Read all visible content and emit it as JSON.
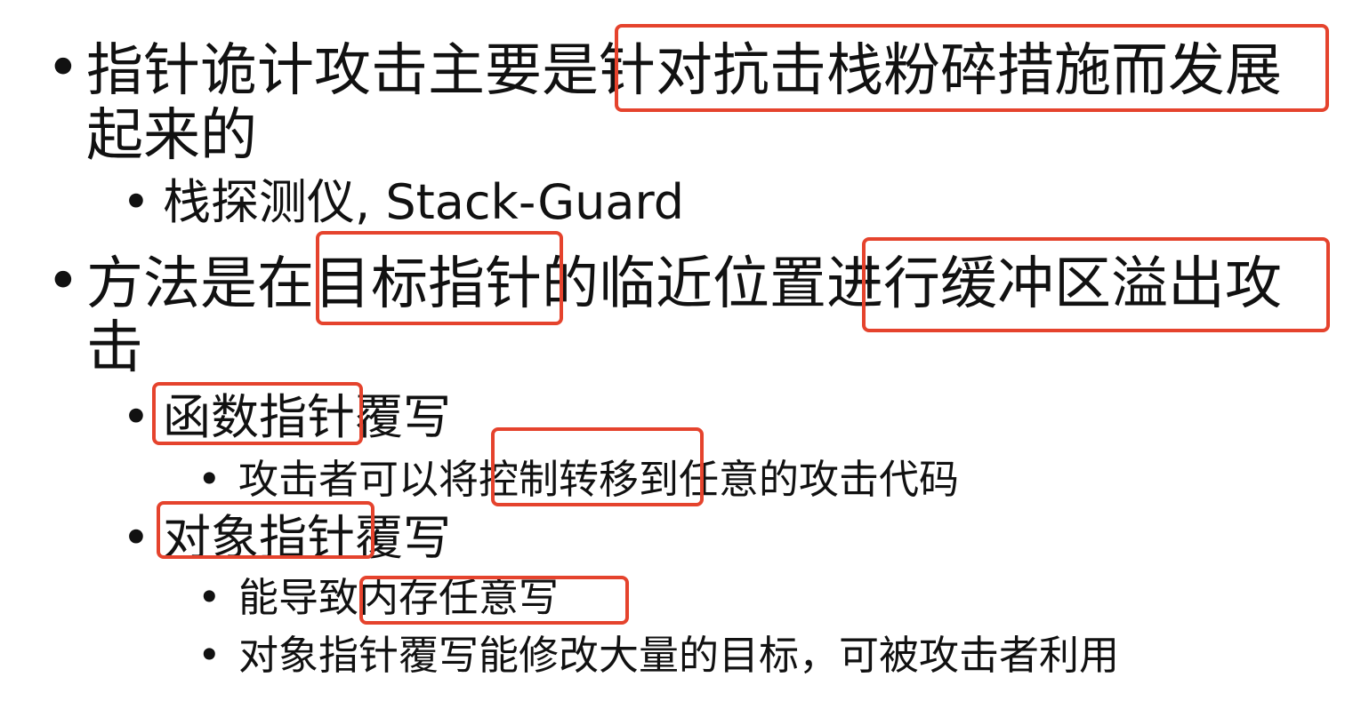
{
  "bullet_symbol": "•",
  "items": [
    {
      "level": 1,
      "text": "指针诡计攻击主要是针对抗击栈粉碎措施而发展",
      "cont": "起来的"
    },
    {
      "level": 2,
      "text": "栈探测仪, Stack-Guard"
    },
    {
      "level": 1,
      "text": "方法是在目标指针的临近位置进行缓冲区溢出攻",
      "cont": "击"
    },
    {
      "level": 2,
      "text": "函数指针覆写"
    },
    {
      "level": 3,
      "text": "攻击者可以将控制转移到任意的攻击代码"
    },
    {
      "level": 2,
      "text": "对象指针覆写"
    },
    {
      "level": 3,
      "text": "能导致内存任意写"
    },
    {
      "level": 3,
      "text": "对象指针覆写能修改大量的目标，可被攻击者利用"
    }
  ],
  "highlight_color": "#e5432d"
}
